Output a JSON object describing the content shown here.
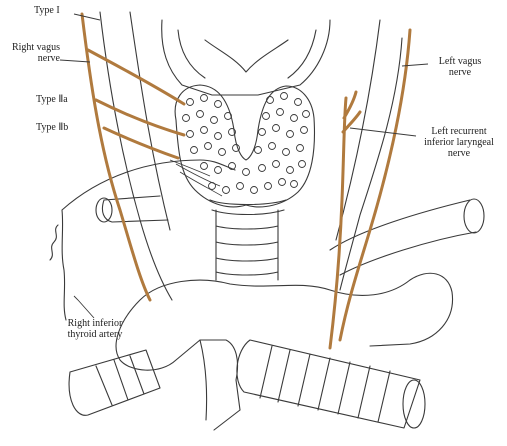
{
  "labels": {
    "type_i": "Type I",
    "right_vagus": "Right vagus\nnerve",
    "type_iia": "Type Ⅱa",
    "type_iib": "Type Ⅱb",
    "left_vagus": "Left vagus\nnerve",
    "left_recurrent": "Left recurrent\ninferior laryngeal\nnerve",
    "right_inferior_thyroid_artery": "Right inferior\nthyroid artery"
  },
  "colors": {
    "outline": "#3a3a3a",
    "nerve": "#b07a3e",
    "background": "#ffffff"
  }
}
